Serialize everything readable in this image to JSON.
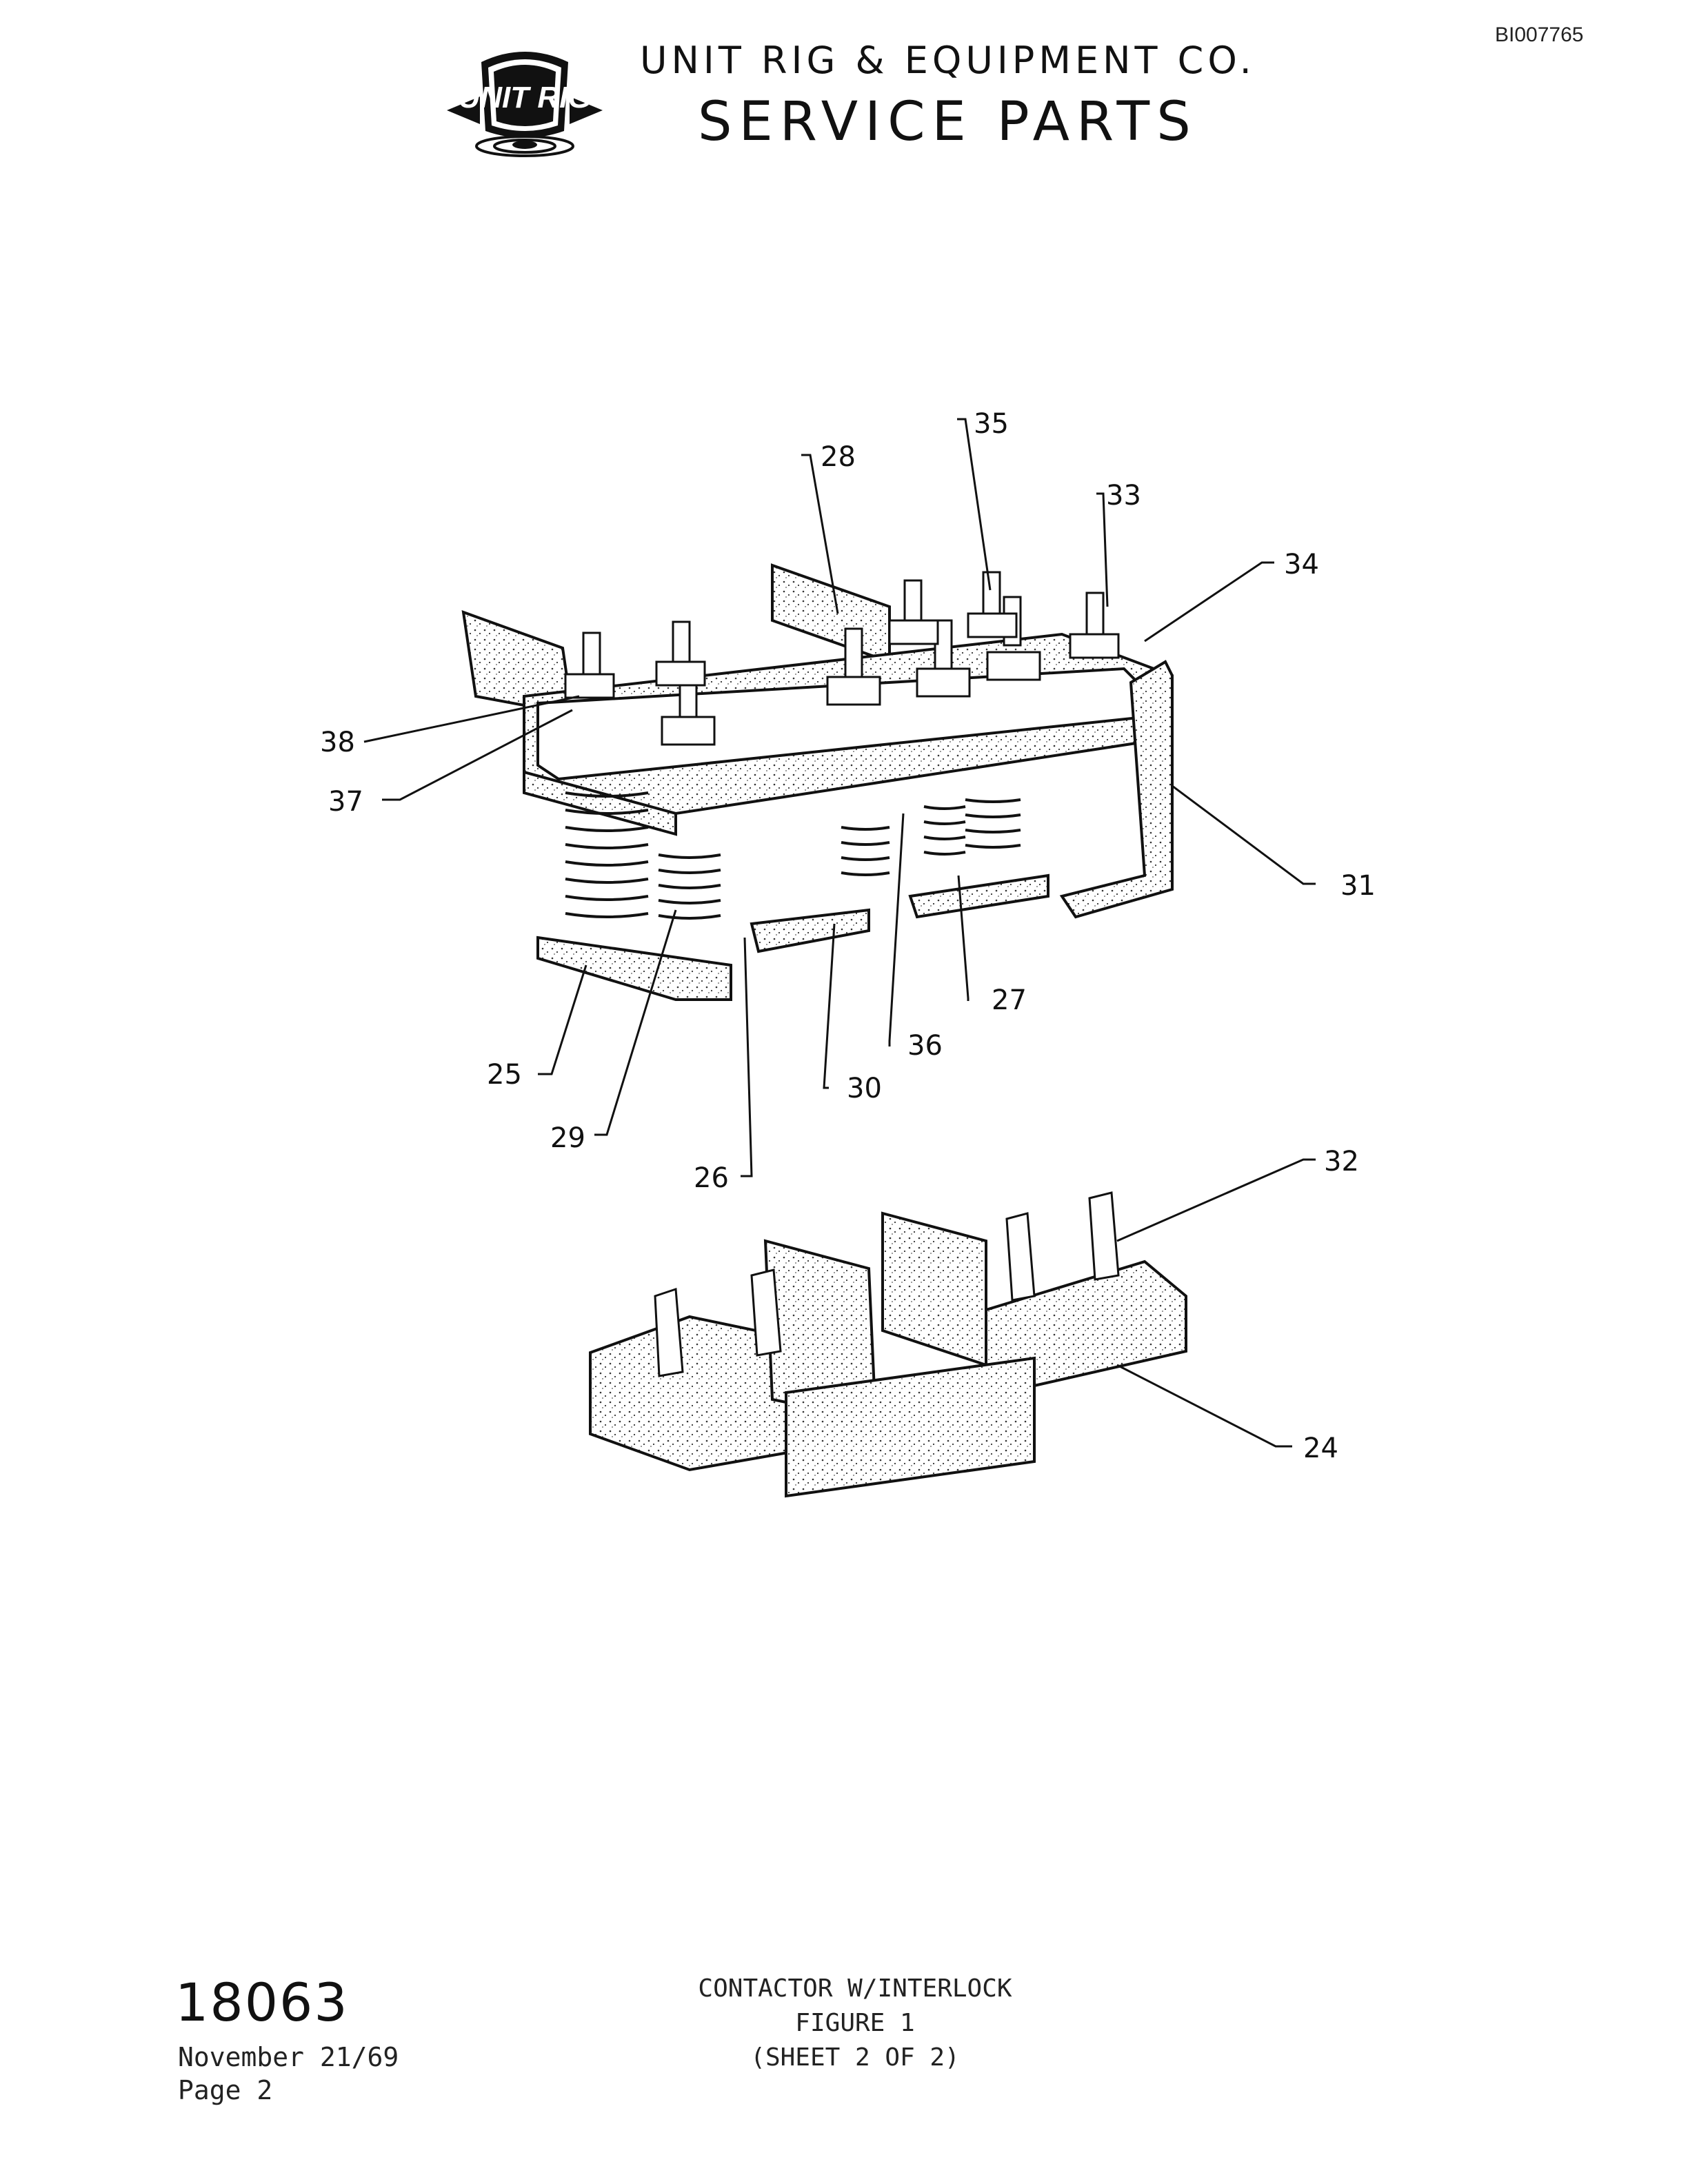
{
  "document": {
    "doc_id": "BI007765",
    "company_name": "UNIT RIG & EQUIPMENT CO.",
    "section_title": "SERVICE PARTS",
    "logo_text": "UNIT RIG",
    "part_number": "18063",
    "date": "November 21/69",
    "page": "Page 2",
    "caption": {
      "line1": "CONTACTOR W/INTERLOCK",
      "line2": "FIGURE 1",
      "line3": "(SHEET 2 OF 2)"
    }
  },
  "callouts": {
    "c24": "24",
    "c25": "25",
    "c26": "26",
    "c27": "27",
    "c28": "28",
    "c29": "29",
    "c30": "30",
    "c31": "31",
    "c32": "32",
    "c33": "33",
    "c34": "34",
    "c35": "35",
    "c36": "36",
    "c37": "37",
    "c38": "38"
  },
  "colors": {
    "ink": "#111111",
    "paper": "#ffffff"
  }
}
